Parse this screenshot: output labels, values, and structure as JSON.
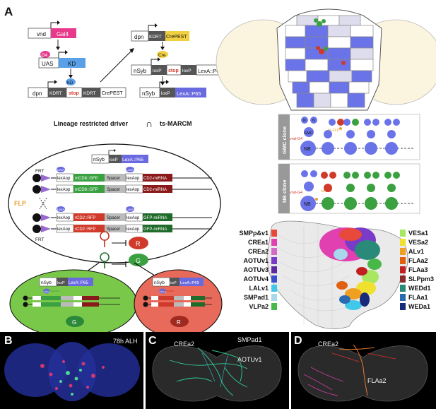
{
  "panel_labels": {
    "a": "A",
    "b": "B",
    "c": "C",
    "d": "D"
  },
  "genetics": {
    "vnd": "vnd",
    "gal4": "Gal4",
    "g4_badge": "G4",
    "uas": "UAS",
    "kd": "KD",
    "kd_badge": "KD",
    "dpn": "dpn",
    "kdrt": "KDRT",
    "stop": "stop",
    "crepest": "CrePEST",
    "cre_badge": "Cre",
    "nsyb": "nSyb",
    "loxp": "loxP",
    "lexa_p65": "LexA::P65"
  },
  "intersection": {
    "left": "Lineage restricted driver",
    "symbol": "∩",
    "right": "ts-MARCM"
  },
  "marcm": {
    "frt": "FRT",
    "flp": "FLP",
    "lexa_badge": "LexA",
    "lexaop": "lexAop",
    "spacer": "Spacer",
    "mcd8_gfp": "mCD8::GFP",
    "cd2_mirna": "CD2-miRNA",
    "rcd2_rfp": "rCD2::RFP",
    "gfp_mirna": "GFP-miRNA",
    "r": "R",
    "g": "G",
    "lexa_p65_bottom": "LexA::P65"
  },
  "clones": {
    "gmc_clone": "GMC clone",
    "nb_clone": "NB clone",
    "nb": "NB",
    "gmc": "GMC",
    "n": "N",
    "vnd_g4": "vnd-G4",
    "hs_flp": "hs-FLP"
  },
  "legend_left": [
    {
      "label": "SMPp&v1",
      "color": "#e8493a"
    },
    {
      "label": "CREa1",
      "color": "#e040b0"
    },
    {
      "label": "CREa2",
      "color": "#d46ac8"
    },
    {
      "label": "AOTUv1",
      "color": "#7a3cc8"
    },
    {
      "label": "AOTUv3",
      "color": "#5c2aa0"
    },
    {
      "label": "AOTUv4",
      "color": "#3a4fd0"
    },
    {
      "label": "LALv1",
      "color": "#40c8e8"
    },
    {
      "label": "SMPad1",
      "color": "#a8d8ec"
    },
    {
      "label": "VLPa2",
      "color": "#48b848"
    }
  ],
  "legend_right": [
    {
      "label": "VESa1",
      "color": "#a8e860"
    },
    {
      "label": "VESa2",
      "color": "#f0e030"
    },
    {
      "label": "ALv1",
      "color": "#f0a020"
    },
    {
      "label": "FLAa2",
      "color": "#e06010"
    },
    {
      "label": "FLAa3",
      "color": "#c02020"
    },
    {
      "label": "SLPpm3",
      "color": "#8a2a2a"
    },
    {
      "label": "WEDd1",
      "color": "#2a8a7a"
    },
    {
      "label": "FLAa1",
      "color": "#2a6ab0"
    },
    {
      "label": "WEDa1",
      "color": "#1a2a7a"
    }
  ],
  "image_labels": {
    "b_time": "78h ALH",
    "c_crea2": "CREa2",
    "c_smpad1": "SMPad1",
    "c_aotuv1": "AOTUv1",
    "d_crea2": "CREa2",
    "d_flaa2": "FLAa2"
  },
  "colors": {
    "gal4": "#e83a8c",
    "kd": "#5aa0e8",
    "kdrt": "#555555",
    "crepest": "#f0d040",
    "lexa": "#6a6ae0",
    "gfp": "#3aa040",
    "rfp": "#d03a2a",
    "gfp_dark": "#1f6b2a",
    "rfp_dark": "#8a1a1a",
    "blue": "#6a74e8",
    "panel_green": "#7ac84a",
    "panel_red": "#e86a5a"
  }
}
